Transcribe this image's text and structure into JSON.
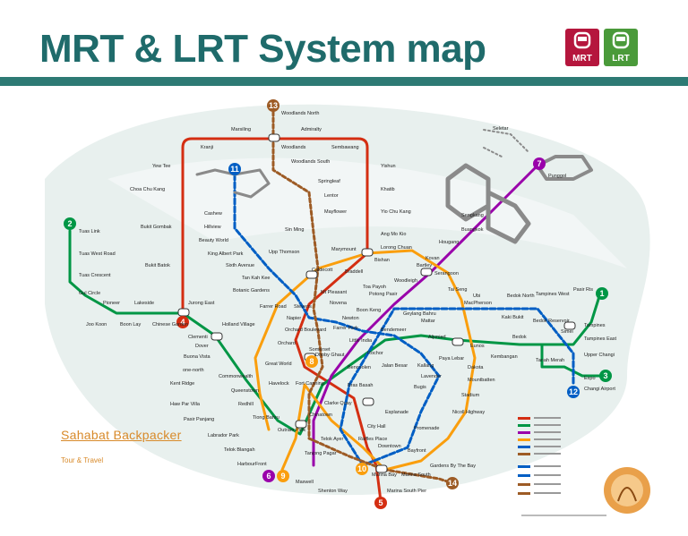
{
  "title": "MRT & LRT System map",
  "logos": {
    "mrt": "MRT",
    "lrt": "LRT"
  },
  "watermark": {
    "link": "Sahabat Backpacker",
    "sub": "Tour & Travel"
  },
  "colors": {
    "ns": "#d42e12",
    "ew": "#009645",
    "ne": "#9900aa",
    "cc": "#fa9e0d",
    "dt": "#005ec4",
    "te": "#9d5b25",
    "bg": "#e6efee",
    "header": "#1f6b6b"
  },
  "line_badges": {
    "ns": "1",
    "ew": "3",
    "ew_west": "4",
    "ne": "7",
    "cc": "6",
    "cc_south": "9",
    "dt": "11",
    "dt_east": "12",
    "te_north": "13",
    "te_south": "14",
    "cc_marina": "5",
    "tanjong_pagar": "10",
    "ew_2": "2",
    "cc_8": "8"
  },
  "stations": {
    "woodlands_north": "Woodlands North",
    "admiralty": "Admiralty",
    "sembawang": "Sembawang",
    "marsiling": "Marsiling",
    "kranji": "Kranji",
    "woodlands": "Woodlands",
    "woodlands_south": "Woodlands South",
    "yew_tee": "Yew Tee",
    "yishun": "Yishun",
    "khatib": "Khatib",
    "yio_chu_kang": "Yio Chu Kang",
    "ang_mo_kio": "Ang Mo Kio",
    "springleaf": "Springleaf",
    "lentor": "Lentor",
    "mayflower": "Mayflower",
    "choa_chu_kang": "Choa Chu Kang",
    "bukit_gombak": "Bukit Gombak",
    "bukit_batok": "Bukit Batok",
    "jurong_east": "Jurong East",
    "tuas_link": "Tuas Link",
    "tuas_west_road": "Tuas West Road",
    "tuas_crescent": "Tuas Crescent",
    "gul_circle": "Gul Circle",
    "pioneer": "Pioneer",
    "joo_koon": "Joo Koon",
    "lakeside": "Lakeside",
    "boon_lay": "Boon Lay",
    "chinese_garden": "Chinese Garden",
    "clementi": "Clementi",
    "dover": "Dover",
    "buona_vista": "Buona Vista",
    "commonwealth": "Commonwealth",
    "queenstown": "Queenstown",
    "redhill": "Redhill",
    "tiong_bahru": "Tiong Bahru",
    "outram_park": "Outram Park",
    "one_north": "one-north",
    "kent_ridge": "Kent Ridge",
    "haw_par_villa": "Haw Par Villa",
    "pasir_panjang": "Pasir Panjang",
    "labrador_park": "Labrador Park",
    "telok_blangah": "Telok Blangah",
    "harbourfront": "HarbourFront",
    "cashew": "Cashew",
    "hillview": "Hillview",
    "beauty_world": "Beauty World",
    "king_albert_park": "King Albert Park",
    "sixth_avenue": "Sixth Avenue",
    "tan_kah_kee": "Tan Kah Kee",
    "botanic_gardens": "Botanic Gardens",
    "holland_village": "Holland Village",
    "farrer_road": "Farrer Road",
    "sin_ming": "Sin Ming",
    "upp_thomson": "Upp Thomson",
    "caldecott": "Caldecott",
    "mt_pleasant": "Mt Pleasant",
    "stevens": "Stevens",
    "napier": "Napier",
    "orchard_boulevard": "Orchard Boulevard",
    "orchard": "Orchard",
    "great_world": "Great World",
    "havelock": "Havelock",
    "marymount": "Marymount",
    "bishan": "Bishan",
    "braddell": "Braddell",
    "toa_payoh": "Toa Payoh",
    "novena": "Novena",
    "newton": "Newton",
    "lorong_chuan": "Lorong Chuan",
    "serangoon": "Serangoon",
    "woodleigh": "Woodleigh",
    "potong_pasir": "Potong Pasir",
    "boon_keng": "Boon Keng",
    "farrer_park": "Farrer Park",
    "little_india": "Little India",
    "rochor": "Rochor",
    "bendemeer": "Bendemeer",
    "geylang_bahru": "Geylang Bahru",
    "mattar": "Mattar",
    "bartley": "Bartley",
    "tai_seng": "Tai Seng",
    "macpherson": "MacPherson",
    "ubi": "Ubi",
    "kaki_bukit": "Kaki Bukit",
    "bedok_north": "Bedok North",
    "bedok_reservoir": "Bedok Reservoir",
    "tampines_west": "Tampines West",
    "tampines": "Tampines",
    "tampines_east": "Tampines East",
    "pasir_ris": "Pasir Ris",
    "simei": "Simei",
    "upper_changi": "Upper Changi",
    "expo": "Expo",
    "changi_airport": "Changi Airport",
    "tanah_merah": "Tanah Merah",
    "bedok": "Bedok",
    "kembangan": "Kembangan",
    "eunos": "Eunos",
    "paya_lebar": "Paya Lebar",
    "aljunied": "Aljunied",
    "dakota": "Dakota",
    "mountbatten": "Mountbatten",
    "stadium": "Stadium",
    "nicoll_highway": "Nicoll Highway",
    "promenade": "Promenade",
    "kallang": "Kallang",
    "lavender": "Lavender",
    "bugis": "Bugis",
    "jalan_besar": "Jalan Besar",
    "bencoolen": "Bencoolen",
    "dhoby_ghaut": "Dhoby Ghaut",
    "somerset": "Somerset",
    "bras_basah": "Bras Basah",
    "esplanade": "Esplanade",
    "city_hall": "City Hall",
    "raffles_place": "Raffles Place",
    "clarke_quay": "Clarke Quay",
    "chinatown": "Chinatown",
    "fort_canning": "Fort Canning",
    "telok_ayer": "Telok Ayer",
    "downtown": "Downtown",
    "bayfront": "Bayfront",
    "tanjong_pagar": "Tanjong Pagar",
    "maxwell": "Maxwell",
    "shenton_way": "Shenton Way",
    "marina_bay": "Marina Bay",
    "marina_south": "Marina South",
    "gardens_by_the_bay": "Gardens By The Bay",
    "marina_south_pier": "Marina South Pier",
    "punggol": "Punggol",
    "sengkang": "Sengkang",
    "buangkok": "Buangkok",
    "hougang": "Hougang",
    "kovan": "Kovan",
    "seletar": "Seletar"
  }
}
